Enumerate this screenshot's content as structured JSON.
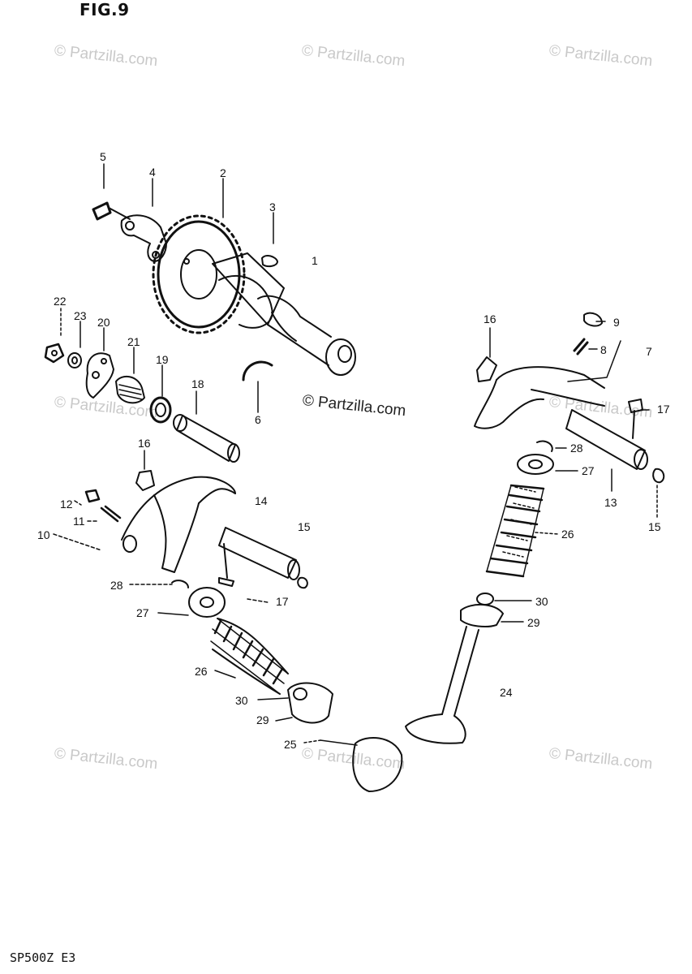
{
  "figure": {
    "title": "FIG.9",
    "code": "SP500Z E3"
  },
  "watermark": {
    "text": "© Partzilla.com"
  },
  "callouts": [
    "1",
    "2",
    "3",
    "4",
    "5",
    "6",
    "7",
    "8",
    "9",
    "10",
    "11",
    "12",
    "13",
    "14",
    "15",
    "15",
    "16",
    "16",
    "17",
    "17",
    "18",
    "19",
    "20",
    "21",
    "22",
    "23",
    "24",
    "25",
    "26",
    "26",
    "27",
    "27",
    "28",
    "28",
    "29",
    "29",
    "30",
    "30"
  ],
  "colors": {
    "line": "#111111",
    "watermark": "#c9c9c9"
  }
}
